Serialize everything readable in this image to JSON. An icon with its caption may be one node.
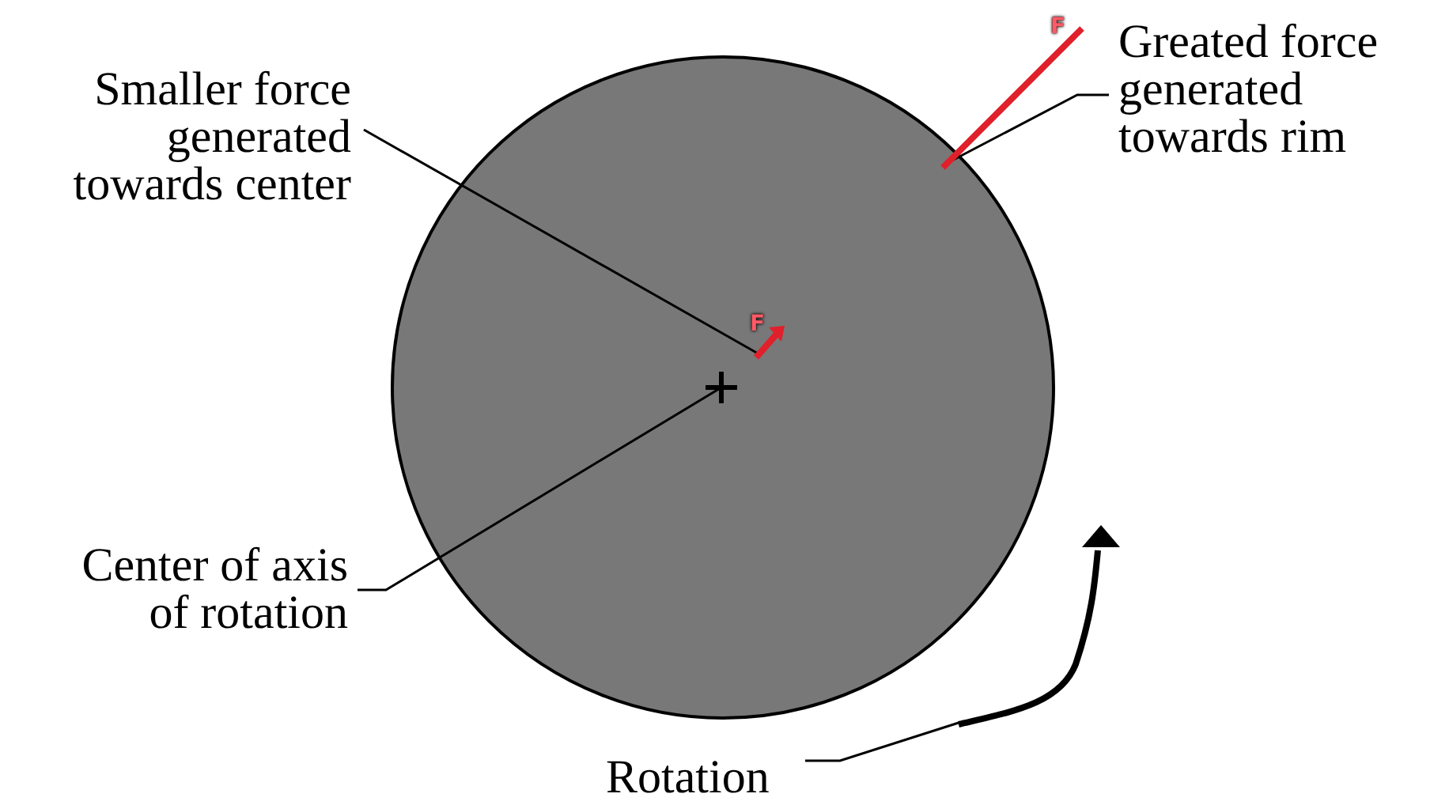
{
  "diagram": {
    "nodes": [
      {
        "text": [],
        "shape": "circle"
      },
      {
        "text": [
          "Smaller force generated towards center"
        ]
      },
      {
        "text": [],
        "shape": "arrow",
        "in": 0
      },
      {
        "text": [
          "Greated force generated towards rim"
        ]
      },
      {
        "text": [],
        "shape": "arrow"
      },
      {
        "text": [
          "Center of axis of rotation"
        ]
      },
      {
        "text": [],
        "shape": "cross",
        "in": 0
      },
      {
        "text": [
          "Rotation"
        ]
      },
      {
        "text": [],
        "shape": "arrow"
      }
    ],
    "edges": [
      {
        "from": 1,
        "to": 2,
        "arrow": "none"
      },
      {
        "from": 3,
        "to": 4,
        "arrow": "none"
      },
      {
        "from": 5,
        "to": 6,
        "arrow": "none"
      },
      {
        "from": 7,
        "to": 8,
        "arrow": "none"
      }
    ],
    "labels": [
      "F",
      "F"
    ]
  }
}
